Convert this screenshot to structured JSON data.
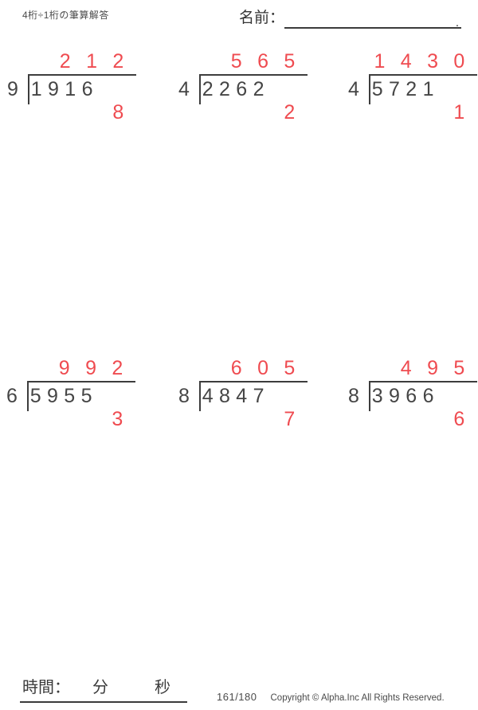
{
  "header": {
    "worksheet_title": "4桁÷1桁の筆算解答",
    "name_label": "名前：",
    "name_line_period": "."
  },
  "problems": [
    {
      "divisor": "9",
      "dividend": [
        "1",
        "9",
        "1",
        "6"
      ],
      "quotient": [
        "2",
        "1",
        "2"
      ],
      "remainder": "8"
    },
    {
      "divisor": "4",
      "dividend": [
        "2",
        "2",
        "6",
        "2"
      ],
      "quotient": [
        "5",
        "6",
        "5"
      ],
      "remainder": "2"
    },
    {
      "divisor": "4",
      "dividend": [
        "5",
        "7",
        "2",
        "1"
      ],
      "quotient": [
        "1",
        "4",
        "3",
        "0"
      ],
      "remainder": "1"
    },
    {
      "divisor": "6",
      "dividend": [
        "5",
        "9",
        "5",
        "5"
      ],
      "quotient": [
        "9",
        "9",
        "2"
      ],
      "remainder": "3"
    },
    {
      "divisor": "8",
      "dividend": [
        "4",
        "8",
        "4",
        "7"
      ],
      "quotient": [
        "6",
        "0",
        "5"
      ],
      "remainder": "7"
    },
    {
      "divisor": "8",
      "dividend": [
        "3",
        "9",
        "6",
        "6"
      ],
      "quotient": [
        "4",
        "9",
        "5"
      ],
      "remainder": "6"
    }
  ],
  "footer": {
    "time_label": "時間：",
    "minutes_label": "分",
    "seconds_label": "秒",
    "page_number": "161/180",
    "copyright": "Copyright © Alpha.Inc All Rights Reserved."
  },
  "colors": {
    "answer_red": "#ef4b50",
    "ink": "#3d3d3d"
  }
}
